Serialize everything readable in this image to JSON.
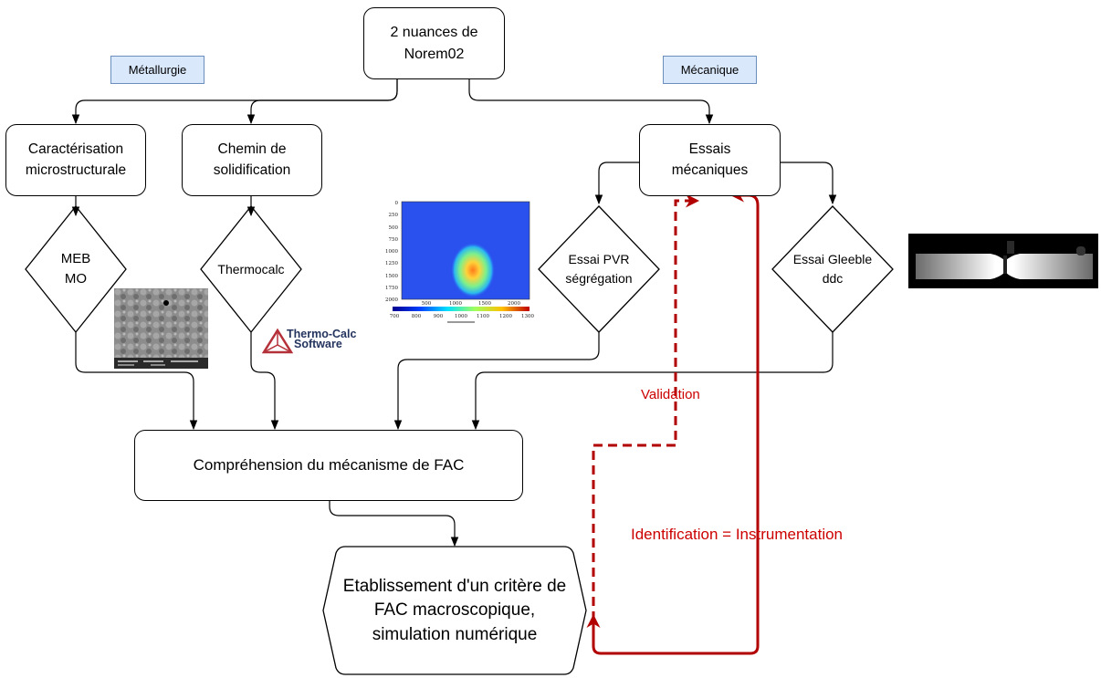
{
  "nodes": {
    "root": "2 nuances de Norem02",
    "metallurgie": "Métallurgie",
    "mecanique": "Mécanique",
    "caracterisation": "Caractérisation microstructurale",
    "chemin": "Chemin de solidification",
    "essais": "Essais mécaniques",
    "meb": "MEB MO",
    "thermocalc": "Thermocalc",
    "pvr": "Essai PVR ségrégation",
    "gleeble": "Essai Gleeble ddc",
    "comprehension": "Compréhension du mécanisme de FAC",
    "etablissement": "Etablissement d'un critère de FAC macroscopique, simulation numérique"
  },
  "labels": {
    "validation": "Validation",
    "identification": "Identification = Instrumentation"
  },
  "logo": {
    "line1": "Thermo-Calc",
    "line2": "Software"
  },
  "heatmap": {
    "y_ticks": [
      "0",
      "250",
      "500",
      "750",
      "1000",
      "1250",
      "1500",
      "1750",
      "2000"
    ],
    "x_ticks": [
      "500",
      "1000",
      "1500",
      "2000"
    ],
    "colorbar_ticks": [
      "700",
      "800",
      "900",
      "1000",
      "1100",
      "1200",
      "1300"
    ]
  },
  "colors": {
    "stroke": "#000000",
    "tag_fill": "#dae8fc",
    "tag_border": "#6c8ebf",
    "accent_red": "#b20000",
    "label_red": "#cc0000"
  }
}
